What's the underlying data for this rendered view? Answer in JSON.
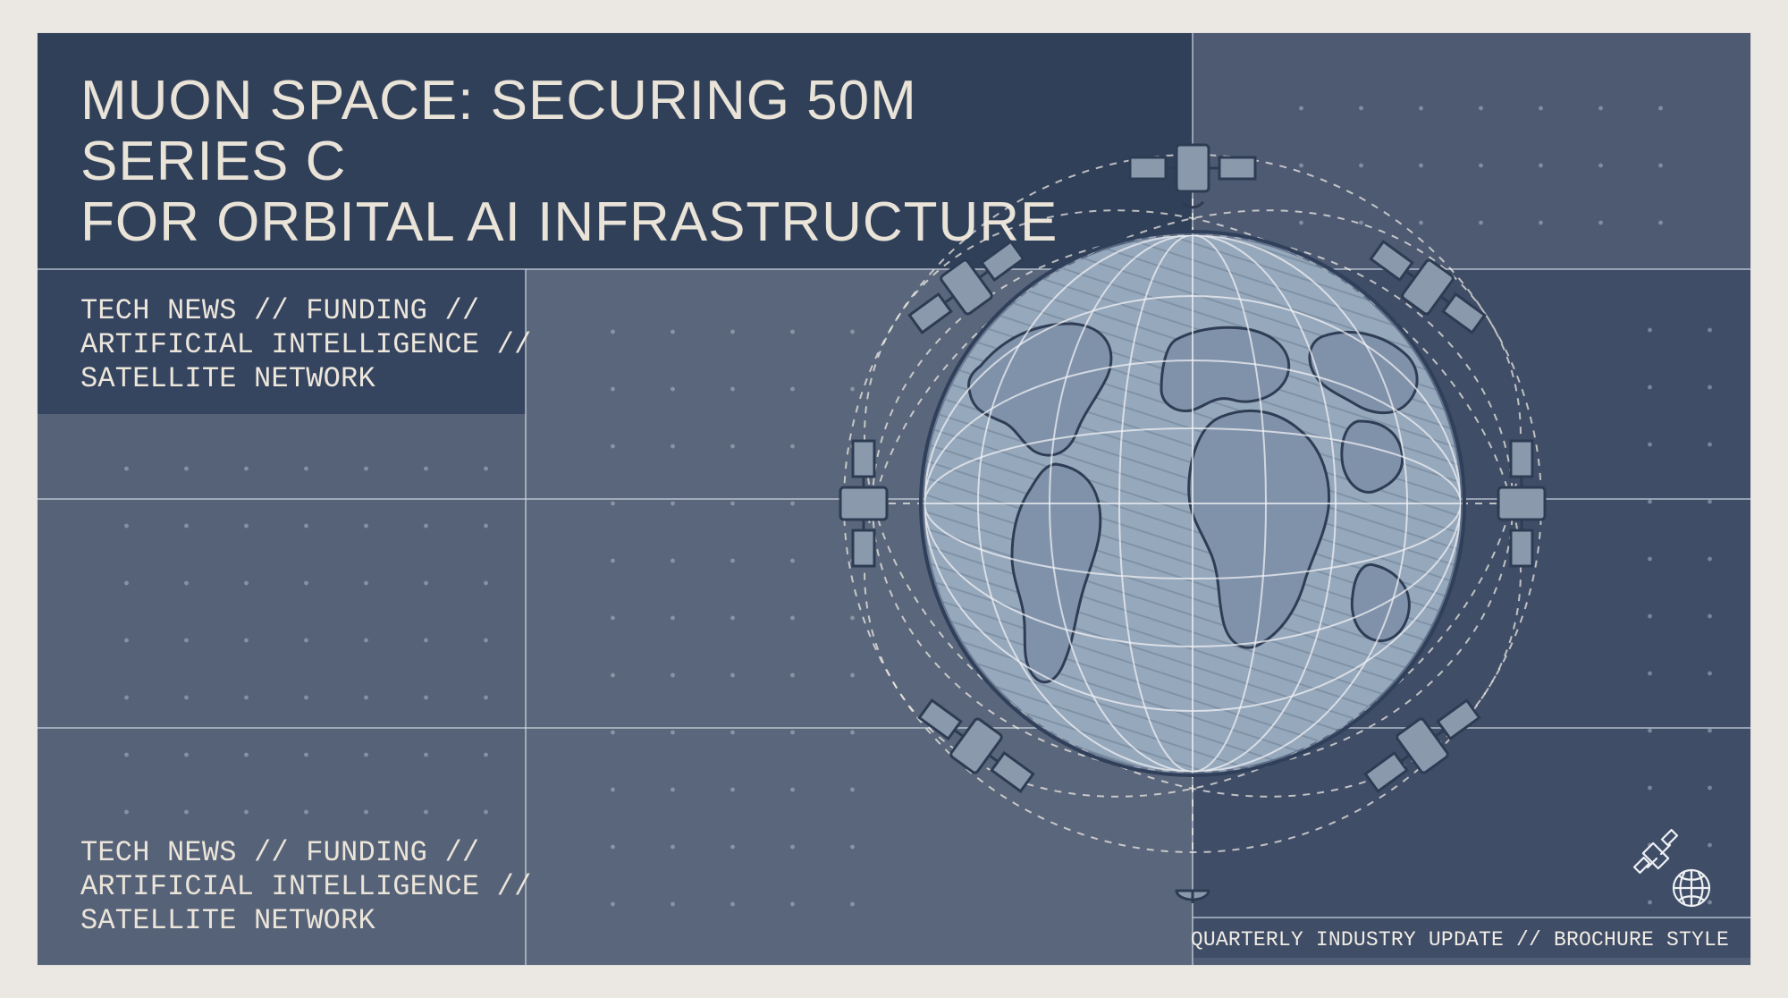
{
  "title_lines": [
    "MUON SPACE: SECURING 50M SERIES C",
    "FOR ORBITAL AI INFRASTRUCTURE"
  ],
  "tags_top": [
    "TECH NEWS // FUNDING //",
    "ARTIFICIAL INTELLIGENCE //",
    "SATELLITE NETWORK"
  ],
  "tags_bottom": [
    "TECH NEWS // FUNDING //",
    "ARTIFICIAL INTELLIGENCE //",
    "SATELLITE NETWORK"
  ],
  "footer": "QUARTERLY INDUSTRY UPDATE // BROCHURE STYLE",
  "icons": {
    "main_visual": "globe-icon",
    "orbit_satellites": "satellite-icon",
    "corner_mark": "satellite-globe-icon"
  },
  "colors": {
    "page_background": "#ebe8e3",
    "dark_panel": "#314059",
    "mid_panel": "#566278",
    "text": "#ece6db",
    "line": "#d7dde8"
  }
}
